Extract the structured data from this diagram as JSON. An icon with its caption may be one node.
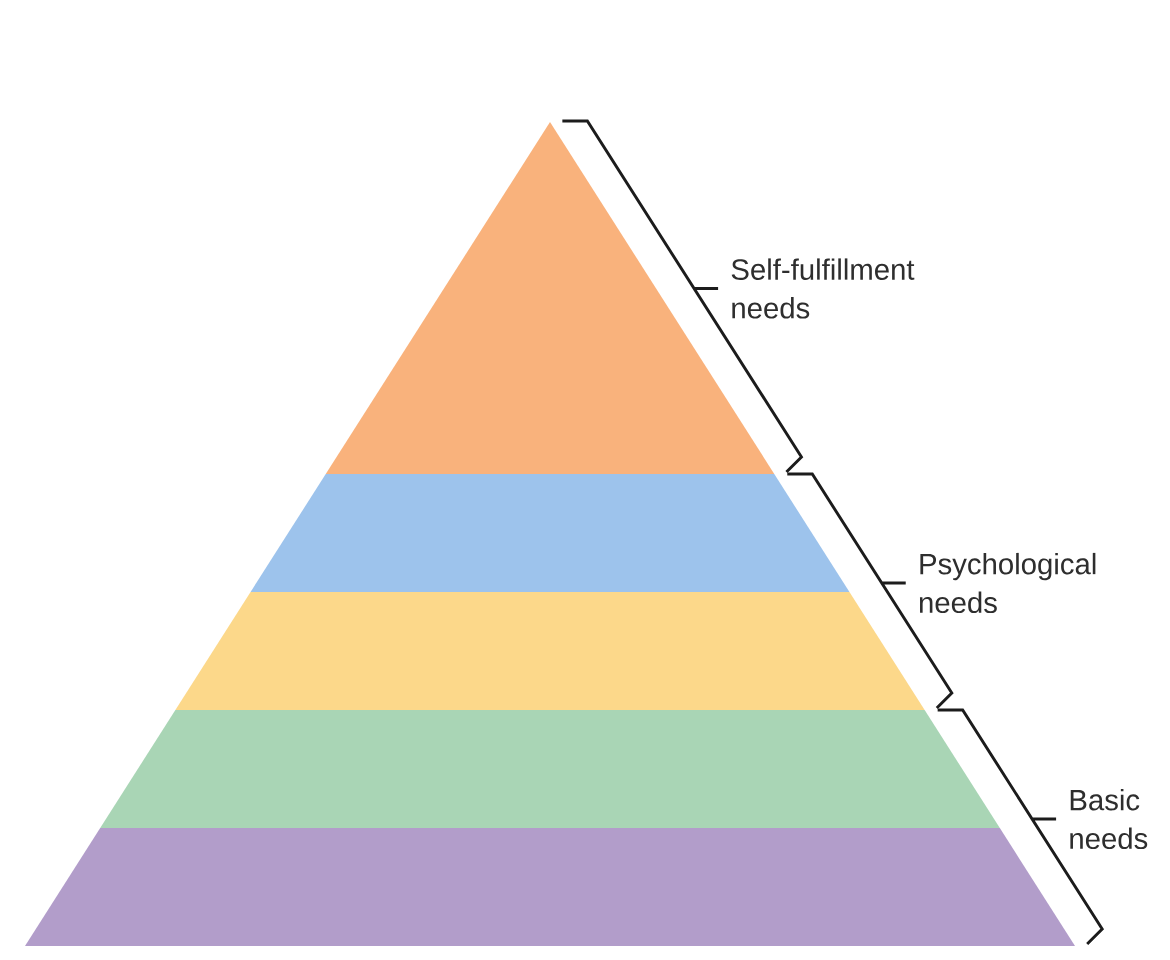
{
  "diagram": {
    "labels": [
      "Self-fulfillment needs",
      "Psychological needs",
      "Basic needs"
    ]
  }
}
